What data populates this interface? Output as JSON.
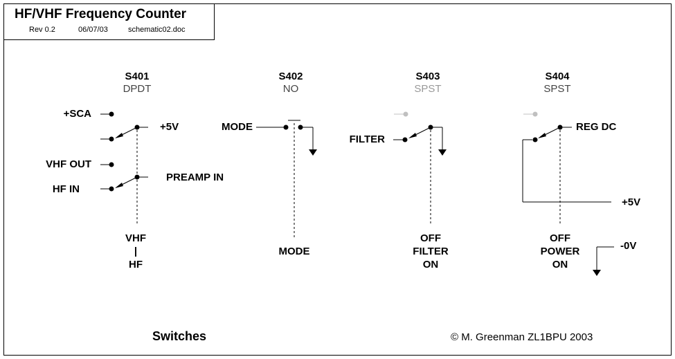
{
  "header": {
    "title": "HF/VHF Frequency Counter",
    "revision": "Rev 0.2",
    "date": "06/07/03",
    "filename": "schematic02.doc"
  },
  "switches": [
    {
      "name": "S401",
      "type": "DPDT",
      "terminals": [
        "+SCA",
        "+5V",
        "VHF OUT",
        "HF IN",
        "PREAMP IN"
      ],
      "position_labels": [
        "VHF",
        "|",
        "HF"
      ]
    },
    {
      "name": "S402",
      "type": "NO",
      "terminals": [
        "MODE"
      ],
      "position_labels": [
        "MODE"
      ]
    },
    {
      "name": "S403",
      "type": "SPST",
      "terminals": [
        "FILTER"
      ],
      "position_labels": [
        "OFF",
        "FILTER",
        "ON"
      ]
    },
    {
      "name": "S404",
      "type": "SPST",
      "terminals": [
        "REG DC",
        "+5V",
        "-0V"
      ],
      "position_labels": [
        "OFF",
        "POWER",
        "ON"
      ]
    }
  ],
  "footer": {
    "title": "Switches",
    "copyright": "© M. Greenman ZL1BPU 2003"
  },
  "colors": {
    "line": "#000000",
    "faded": "#c0c0c0",
    "subtitle": "#444444"
  }
}
